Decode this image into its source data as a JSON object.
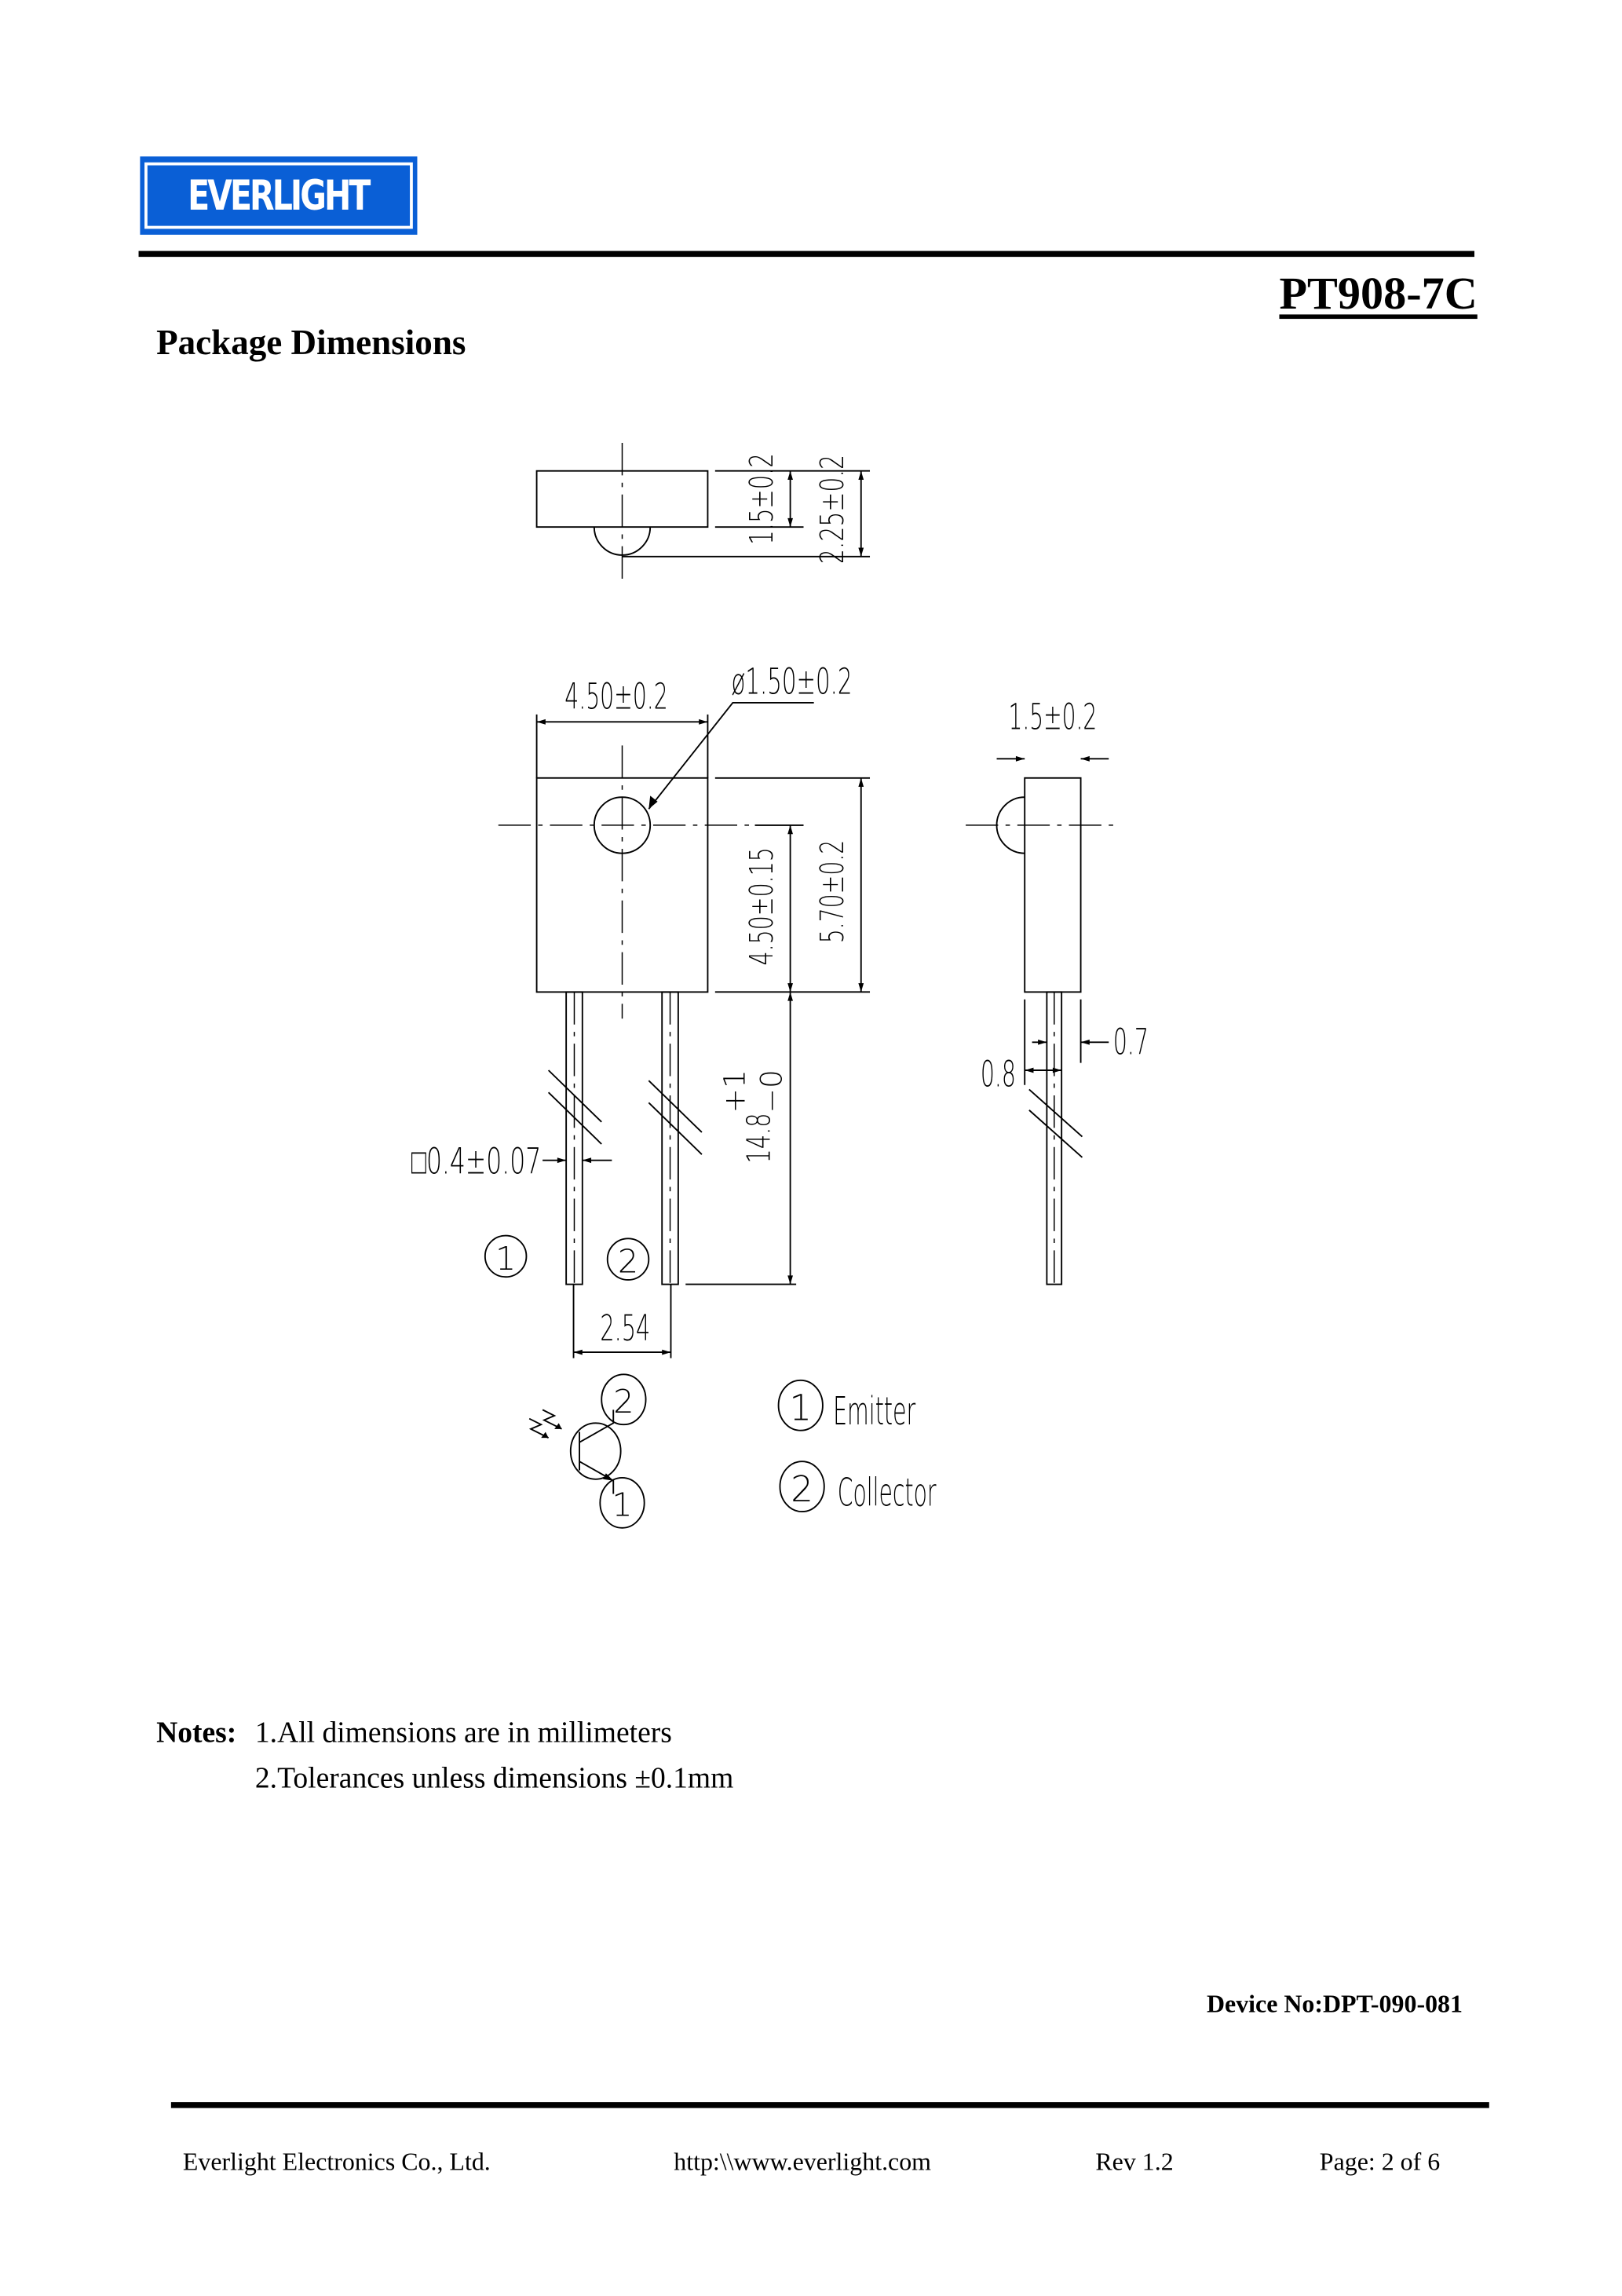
{
  "header": {
    "logo_text": "EVERLIGHT",
    "logo_color": "#0a5fd6",
    "model": "PT908-7C",
    "section_title": "Package Dimensions"
  },
  "drawing": {
    "top_view": {
      "dim_body": "1.5±0.2",
      "dim_total": "2.25±0.2"
    },
    "front_view": {
      "width": "4.50±0.2",
      "lens_diameter": "ø1.50±0.2",
      "lens_height": "4.50±0.15",
      "body_height": "5.70±0.2",
      "lead_size": "□0.4±0.07",
      "lead_length_main": "14.8",
      "lead_length_plus": "+1",
      "lead_length_minus": "−0",
      "pitch": "2.54",
      "pin1": "1",
      "pin2": "2"
    },
    "side_view": {
      "thickness": "1.5±0.2",
      "dim_a": "0.7",
      "dim_b": "0.8"
    },
    "symbol": {
      "pin_top": "2",
      "pin_bottom": "1"
    },
    "legend": [
      {
        "pin": "1",
        "label": "Emitter"
      },
      {
        "pin": "2",
        "label": "Collector"
      }
    ]
  },
  "notes": {
    "label": "Notes:",
    "items": [
      "1.All dimensions are in millimeters",
      "2.Tolerances unless dimensions  ±0.1mm"
    ]
  },
  "device_no": "Device No:DPT-090-081",
  "footer": {
    "company": "Everlight Electronics Co., Ltd.",
    "url": "http:\\\\www.everlight.com",
    "rev": "Rev 1.2",
    "page": "Page: 2 of 6"
  }
}
